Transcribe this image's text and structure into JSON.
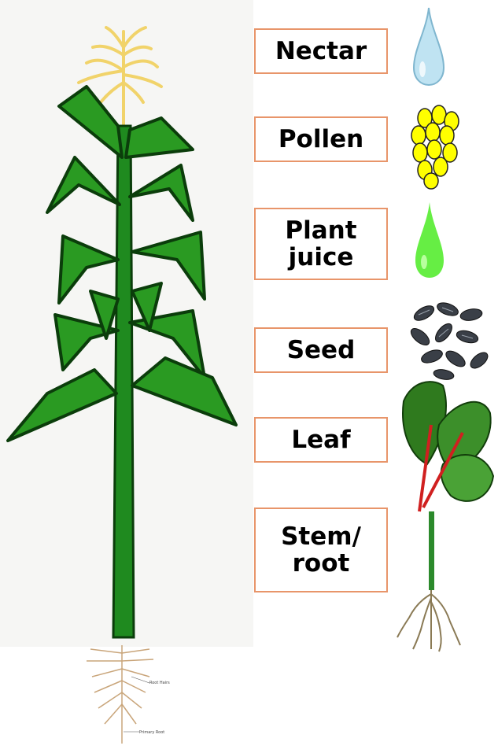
{
  "labels": {
    "nectar": "Nectar",
    "pollen": "Pollen",
    "plant_juice": "Plant\njuice",
    "seed": "Seed",
    "leaf": "Leaf",
    "stem_root": "Stem/\nroot"
  },
  "root_diagram": {
    "root_hairs": "Root Hairs",
    "primary_root": "Primary Root"
  },
  "colors": {
    "box_border": "#e8956a",
    "plant_green": "#1f8a1f",
    "tassel": "#f1d36a",
    "pollen_yellow": "#ffff00",
    "juice_green": "#66ee44",
    "nectar_blue": "#bfe3f2"
  }
}
